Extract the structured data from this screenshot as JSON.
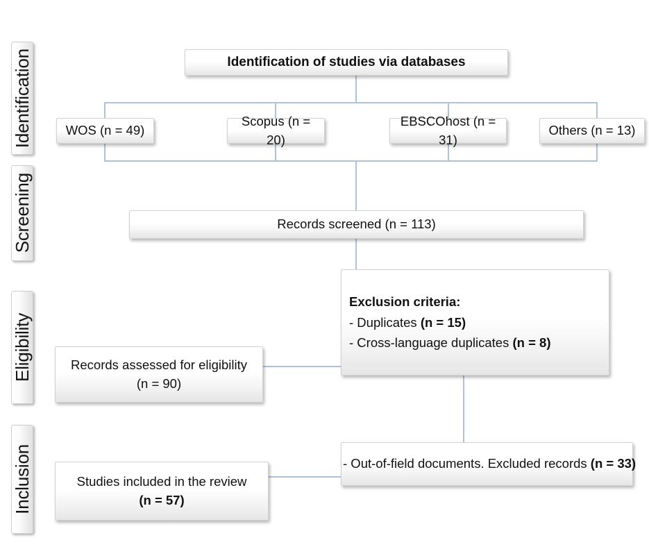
{
  "diagram": {
    "type": "prisma-flow-diagram",
    "line_color": "#aec2e0",
    "box_border_color": "#d2d2d2",
    "text_color": "#101010"
  },
  "stages": [
    {
      "label": "Identification"
    },
    {
      "label": "Screening"
    },
    {
      "label": "Eligibility"
    },
    {
      "label": "Inclusion"
    }
  ],
  "boxes": {
    "title": "Identification of studies via databases",
    "sources": [
      {
        "label": "WOS (n = 49)"
      },
      {
        "label": "Scopus (n = 20)"
      },
      {
        "label": "EBSCOhost (n = 31)"
      },
      {
        "label": "Others (n = 13)"
      }
    ],
    "screened": "Records screened (n = 113)",
    "exclusion": {
      "heading": "Exclusion criteria:",
      "items": [
        {
          "text": "- Duplicates ",
          "count": "(n = 15)"
        },
        {
          "text": "- Cross-language duplicates ",
          "count": "(n = 8)"
        }
      ]
    },
    "eligibility": {
      "line1": "Records assessed for eligibility",
      "line2": "(n = 90)"
    },
    "out_of_field": {
      "text": "- Out-of-field documents. Excluded records ",
      "count": "(n = 33)"
    },
    "included": {
      "line1": "Studies included in the review",
      "line2": "(n = 57)"
    }
  }
}
